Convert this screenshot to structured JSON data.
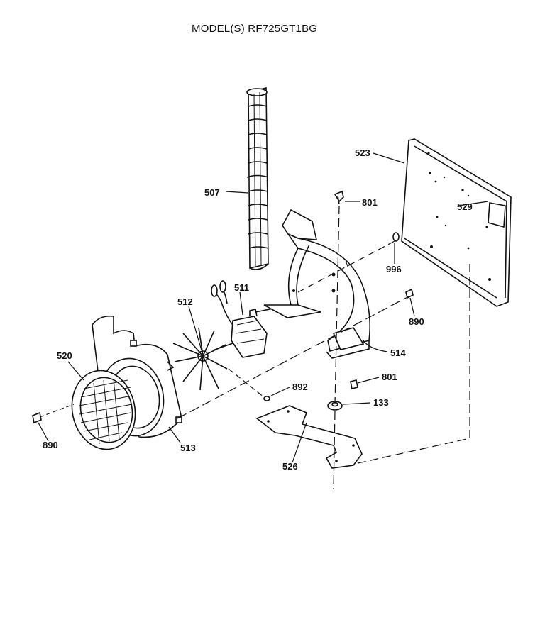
{
  "title": "MODEL(S) RF725GT1BG",
  "parts": {
    "p507": "507",
    "p801a": "801",
    "p523": "523",
    "p529": "529",
    "p996": "996",
    "p511": "511",
    "p512": "512",
    "p890a": "890",
    "p520": "520",
    "p514": "514",
    "p801b": "801",
    "p892": "892",
    "p133": "133",
    "p890b": "890",
    "p513": "513",
    "p526": "526"
  }
}
